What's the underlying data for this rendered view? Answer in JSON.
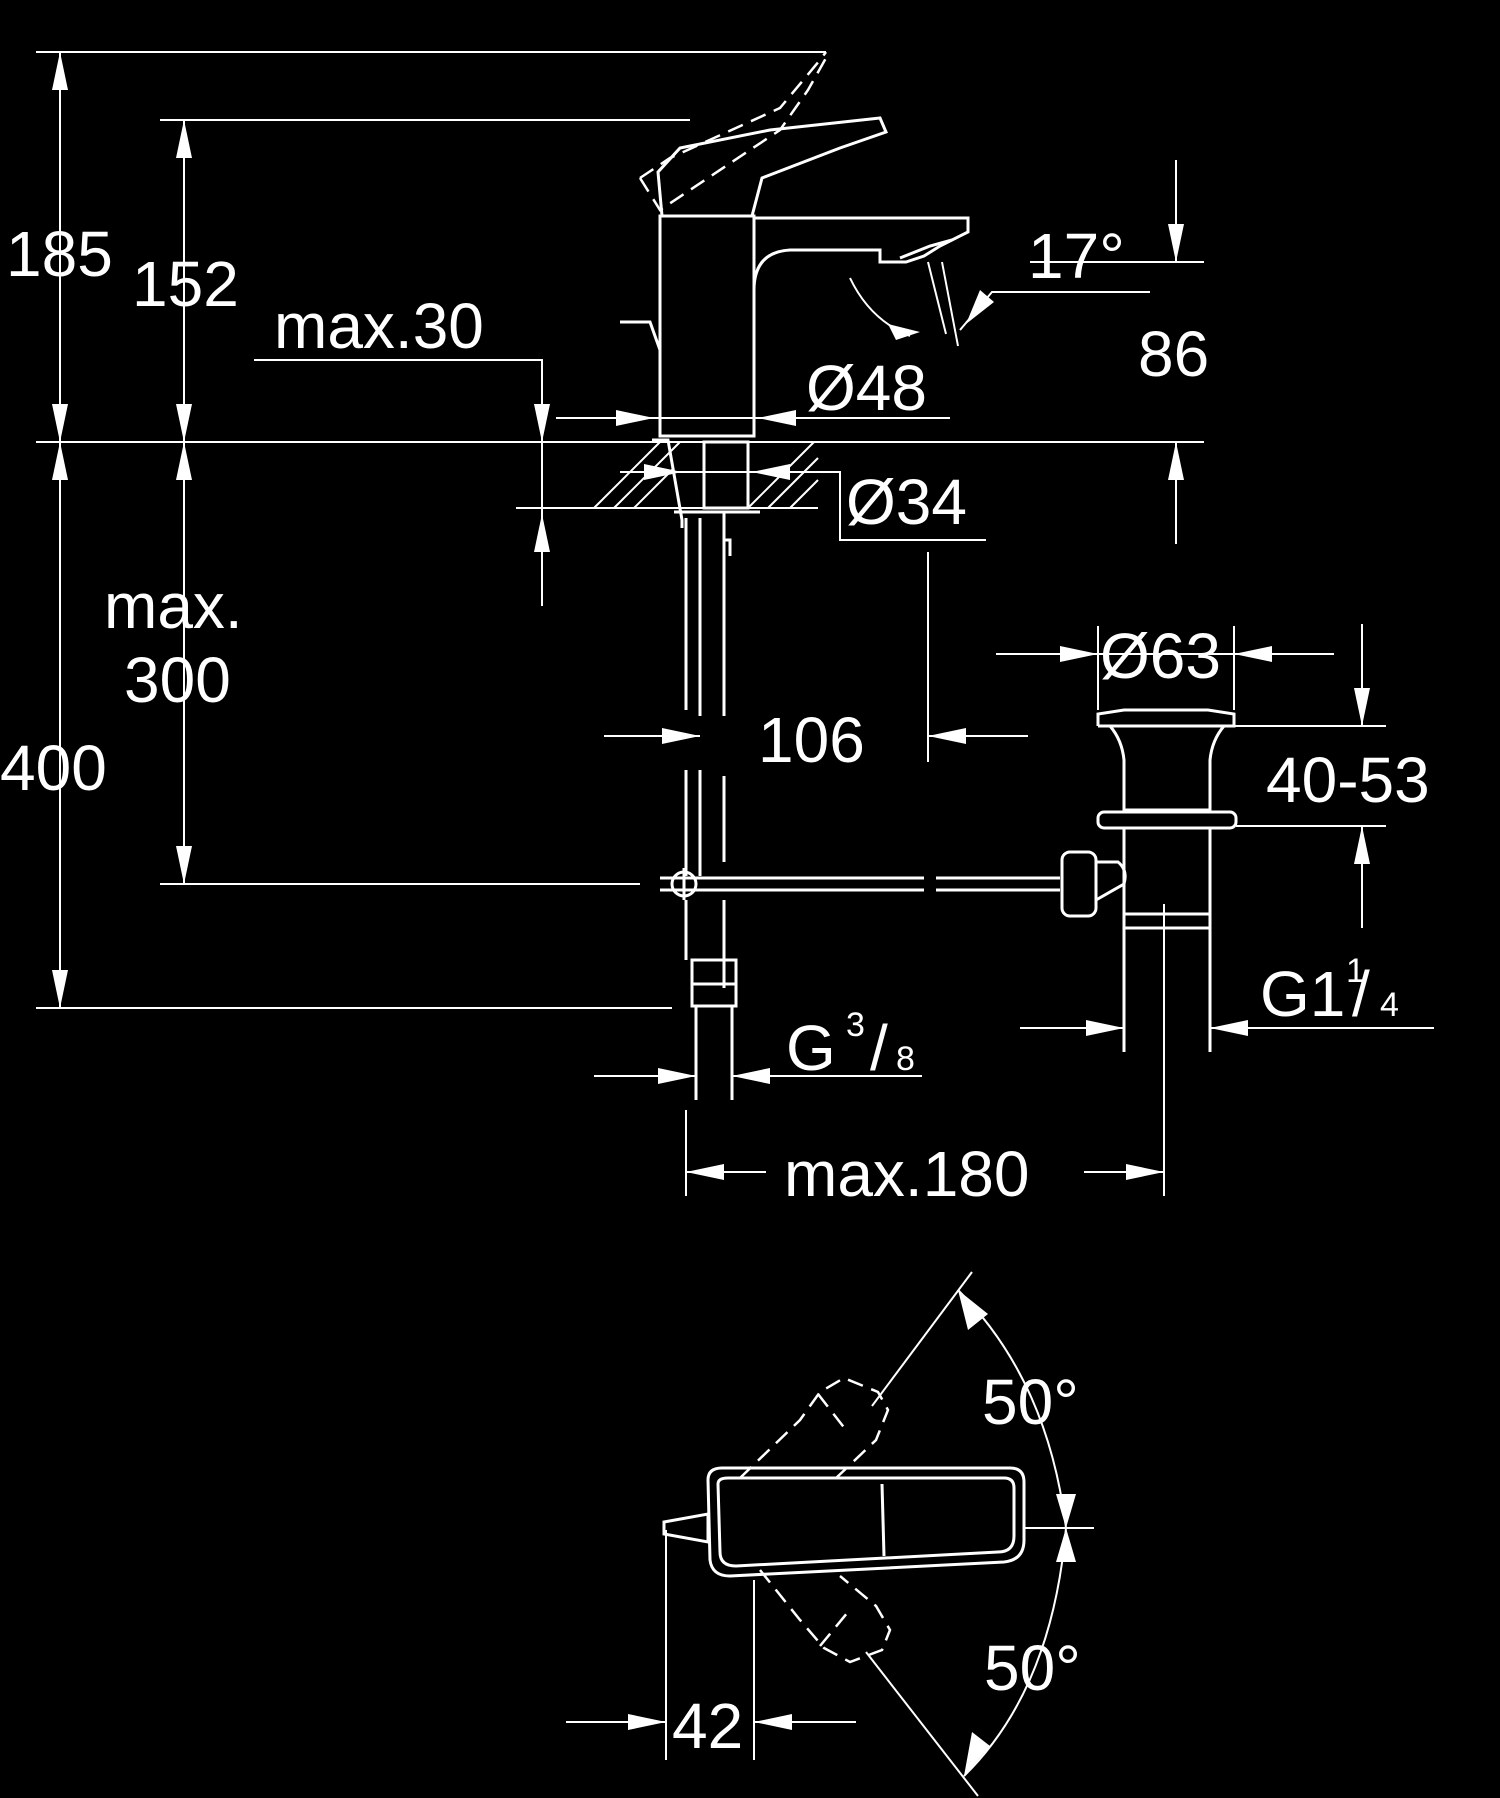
{
  "drawing": {
    "colors": {
      "background": "#000000",
      "ink": "#ffffff"
    },
    "dimensions": {
      "height_total": "185",
      "height_spout": "152",
      "deck_thickness": "max.30",
      "base_diameter": "Ø48",
      "spout_angle": "17°",
      "spout_height": "86",
      "hole_diameter": "Ø34",
      "max_label_1": "max.",
      "max_label_2": "300",
      "offset": "106",
      "waste_diameter": "Ø63",
      "waste_range": "40-53",
      "under_height": "400",
      "waste_thread_main": "G1",
      "waste_thread_num": "1",
      "waste_thread_den": "4",
      "supply_thread_main": "G",
      "supply_thread_num": "3",
      "supply_thread_den": "8",
      "max_distance": "max.180",
      "lever_angle_top": "50°",
      "lever_angle_bottom": "50°",
      "lever_offset": "42"
    }
  }
}
